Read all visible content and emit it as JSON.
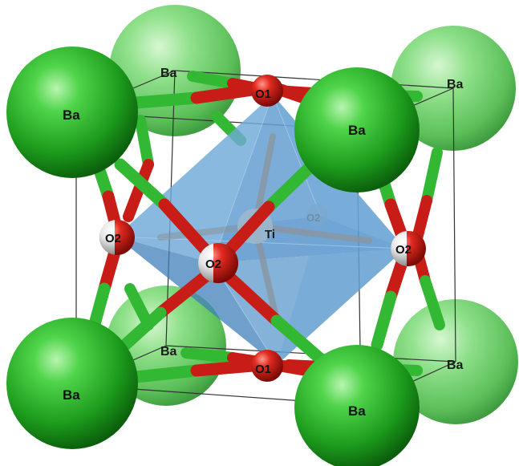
{
  "atoms": {
    "ba_back_top_left": "Ba",
    "ba_back_top_right": "Ba",
    "ba_back_bottom_left": "Ba",
    "ba_back_bottom_right": "Ba",
    "ba_front_top_left": "Ba",
    "ba_front_top_right": "Ba",
    "ba_front_bottom_left": "Ba",
    "ba_front_bottom_right": "Ba",
    "o1_top": "O1",
    "o1_bottom": "O1",
    "o2_left": "O2",
    "o2_center": "O2",
    "o2_right": "O2",
    "o2_back_faded": "O2",
    "ti_center": "Ti"
  },
  "colors": {
    "barium": "#2fb52f",
    "barium_back": "#7ed87e",
    "oxygen": "#d4201a",
    "titanium_bond": "#9a9a9a",
    "octahedron": "#4f8fc4",
    "cell_edge": "#333333"
  }
}
